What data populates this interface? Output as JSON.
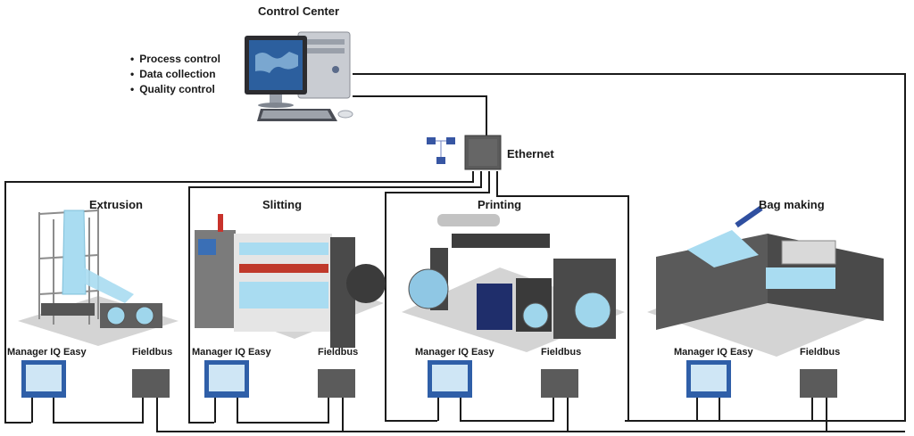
{
  "control_center": {
    "title": "Control Center",
    "bullets": [
      "Process control",
      "Data collection",
      "Quality control"
    ]
  },
  "network": {
    "switch_label": "Ethernet"
  },
  "stations": [
    {
      "title": "Extrusion",
      "manager_label": "Manager IQ Easy",
      "fieldbus_label": "Fieldbus"
    },
    {
      "title": "Slitting",
      "manager_label": "Manager IQ Easy",
      "fieldbus_label": "Fieldbus"
    },
    {
      "title": "Printing",
      "manager_label": "Manager IQ Easy",
      "fieldbus_label": "Fieldbus"
    },
    {
      "title": "Bag making",
      "manager_label": "Manager IQ Easy",
      "fieldbus_label": "Fieldbus"
    }
  ],
  "colors": {
    "line": "#1a1a1a",
    "device_box": "#5b5b5b",
    "screen_blue": "#2f5fa8",
    "film_blue": "#9fd6ec"
  }
}
